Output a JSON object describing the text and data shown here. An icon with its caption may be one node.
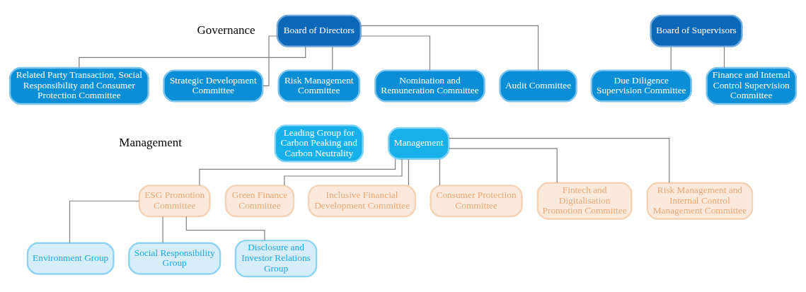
{
  "diagram": {
    "nodes": [
      {
        "text": [
          "Board of Directors"
        ]
      },
      {
        "text": [
          "Related Party Transaction, Social Responsibility and Consumer Protection Committee"
        ]
      },
      {
        "text": [
          "Strategic Development Committee"
        ]
      },
      {
        "text": [
          "Risk Management Committee"
        ]
      },
      {
        "text": [
          "Nomination and Remuneration Committee"
        ]
      },
      {
        "text": [
          "Audit Committee"
        ]
      },
      {
        "text": [
          "Board of Supervisors"
        ]
      },
      {
        "text": [
          "Due Diligence Supervision Committee"
        ]
      },
      {
        "text": [
          "Finance and Internal Control Supervision Committee"
        ]
      },
      {
        "text": [
          "Leading Group for Carbon Peaking and Carbon Neutrality"
        ]
      },
      {
        "text": [
          "Management"
        ]
      },
      {
        "text": [
          "ESG Promotion Committee"
        ]
      },
      {
        "text": [
          "Green Finance Committee"
        ]
      },
      {
        "text": [
          "Inclusive Financial Development Committee"
        ]
      },
      {
        "text": [
          "Consumer Protection Committee"
        ]
      },
      {
        "text": [
          "Fintech and Digitalisation Promotion Committee"
        ]
      },
      {
        "text": [
          "Risk Management and Internal Control Management Committee"
        ]
      },
      {
        "text": [
          "Environment Group"
        ]
      },
      {
        "text": [
          "Social Responsibility Group"
        ]
      },
      {
        "text": [
          "Disclosure and Investor Relations Group"
        ]
      }
    ],
    "edges": [
      {
        "from": 0,
        "to": 1,
        "arrow": "none"
      },
      {
        "from": 0,
        "to": 2,
        "arrow": "none"
      },
      {
        "from": 0,
        "to": 3,
        "arrow": "none"
      },
      {
        "from": 0,
        "to": 4,
        "arrow": "none"
      },
      {
        "from": 0,
        "to": 5,
        "arrow": "none"
      },
      {
        "from": 6,
        "to": 7,
        "arrow": "none"
      },
      {
        "from": 6,
        "to": 8,
        "arrow": "none"
      },
      {
        "from": 10,
        "to": 11,
        "arrow": "none"
      },
      {
        "from": 10,
        "to": 12,
        "arrow": "none"
      },
      {
        "from": 10,
        "to": 13,
        "arrow": "none"
      },
      {
        "from": 10,
        "to": 14,
        "arrow": "none"
      },
      {
        "from": 10,
        "to": 15,
        "arrow": "none"
      },
      {
        "from": 10,
        "to": 16,
        "arrow": "none"
      },
      {
        "from": 11,
        "to": 17,
        "arrow": "none"
      },
      {
        "from": 11,
        "to": 18,
        "arrow": "none"
      },
      {
        "from": 11,
        "to": 19,
        "arrow": "none"
      }
    ],
    "labels": [
      "Governance",
      "Management"
    ]
  }
}
